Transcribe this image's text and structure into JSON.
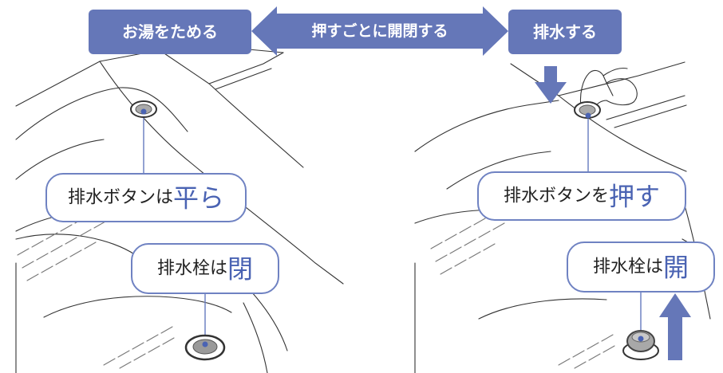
{
  "header": {
    "left_label": "お湯をためる",
    "center_label": "押すごとに開閉する",
    "right_label": "排水する"
  },
  "left_panel": {
    "drain_button_text": "排水ボタンは",
    "drain_button_state": "平ら",
    "drain_plug_text": "排水栓は",
    "drain_plug_state": "閉"
  },
  "right_panel": {
    "drain_button_text": "排水ボタンを",
    "drain_button_action": "押す",
    "drain_plug_text": "排水栓は",
    "drain_plug_state": "開"
  },
  "colors": {
    "accent": "#6577b8",
    "callout_border": "#6f82c2",
    "accent_text": "#4a63b3",
    "line": "#333333"
  },
  "icons": [
    "double-arrow-icon",
    "down-arrow-icon",
    "up-arrow-icon",
    "finger-icon"
  ]
}
